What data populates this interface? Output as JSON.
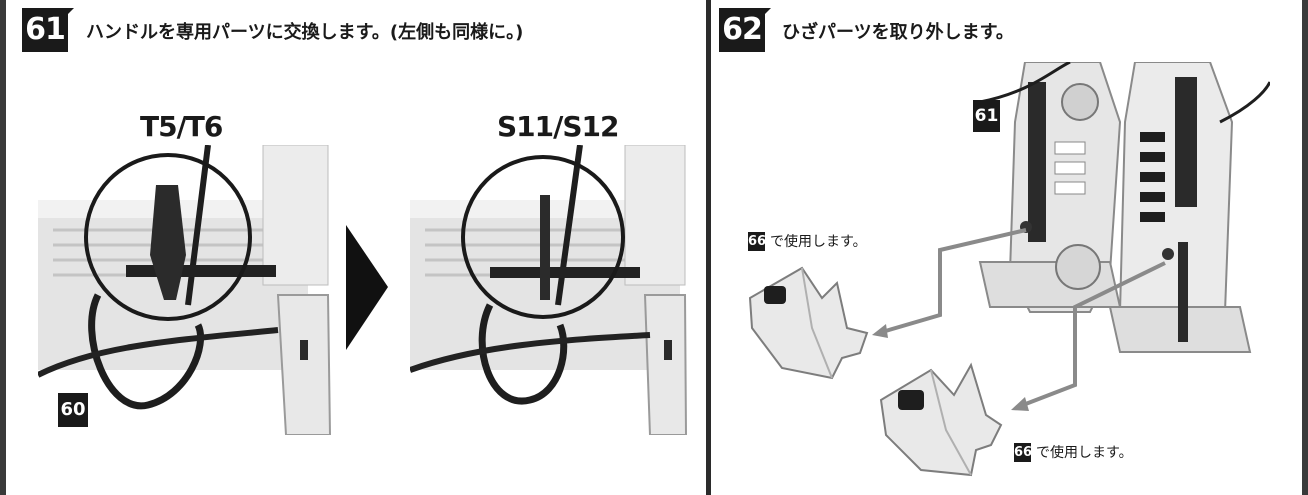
{
  "step61": {
    "number": "61",
    "title": "ハンドルを専用パーツに交換します。(左側も同様に。)",
    "before_label": "T5/T6",
    "after_label": "S11/S12",
    "ref_badge": "60"
  },
  "step62": {
    "number": "62",
    "title": "ひざパーツを取り外します。",
    "ref_badge": "61",
    "note_upper": {
      "ref": "66",
      "text": "で使用します。"
    },
    "note_lower": {
      "ref": "66",
      "text": "で使用します。"
    }
  },
  "colors": {
    "ink": "#1a1a1a",
    "paper": "#ffffff",
    "arrow_gray": "#8a8a8a"
  },
  "icons": [
    "next-step-arrow-icon",
    "leader-arrow-icon"
  ]
}
